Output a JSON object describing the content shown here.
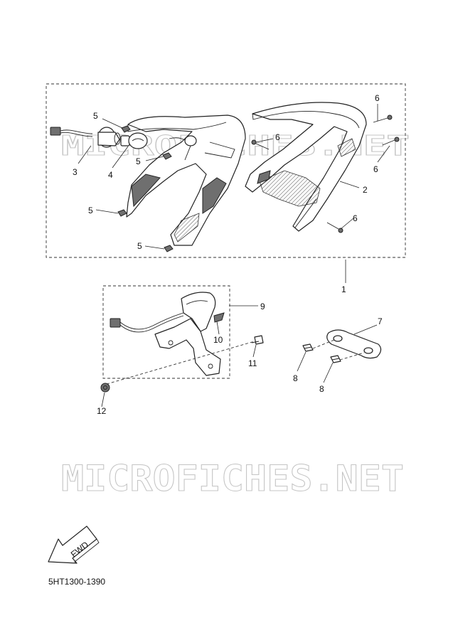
{
  "watermark": {
    "small": "MICROFICHES.NET",
    "large": "MICROFICHES.NET"
  },
  "fwd_label": "FWD",
  "diagram_code": "5HT1300-1390",
  "callouts": {
    "c1": "1",
    "c2": "2",
    "c3": "3",
    "c4": "4",
    "c5a": "5",
    "c5b": "5",
    "c5c": "5",
    "c5d": "5",
    "c6a": "6",
    "c6b": "6",
    "c6c": "6",
    "c6d": "6",
    "c7": "7",
    "c8a": "8",
    "c8b": "8",
    "c9": "9",
    "c10": "10",
    "c11": "11",
    "c12": "12"
  }
}
